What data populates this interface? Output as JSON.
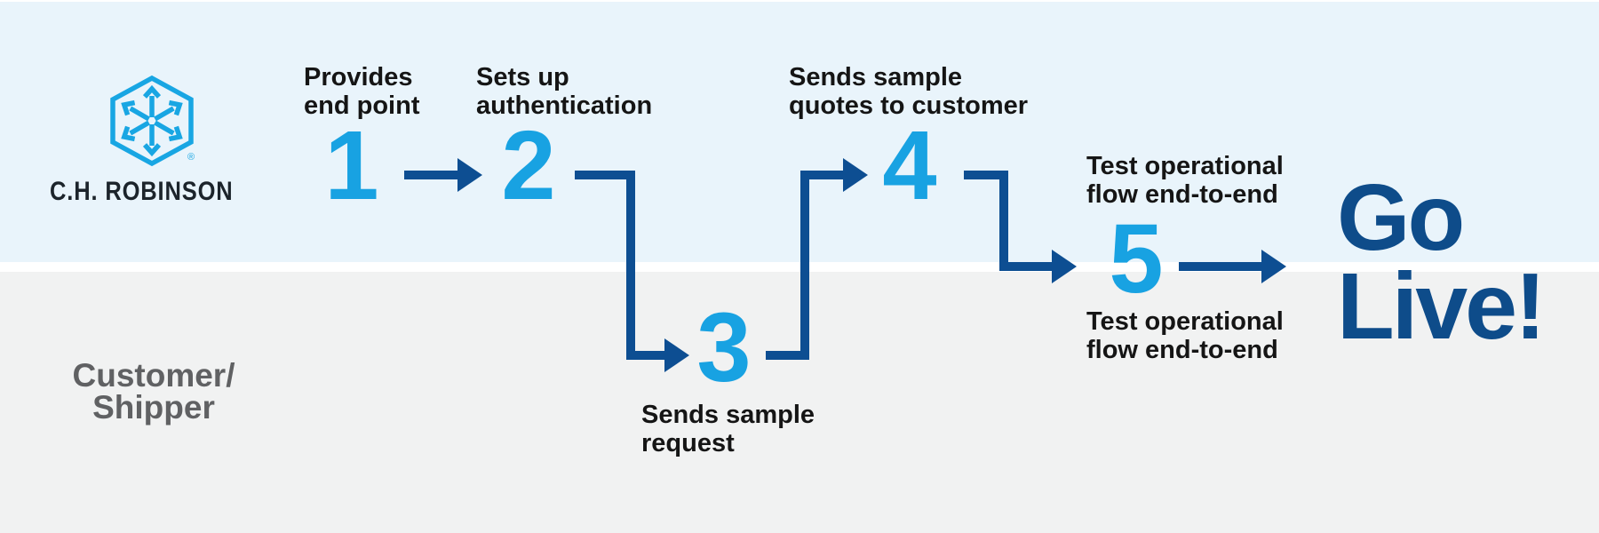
{
  "brand": {
    "wordmark": "C.H. ROBINSON",
    "registered_mark": "®"
  },
  "lanes": {
    "bottom_label_line1": "Customer/",
    "bottom_label_line2": "Shipper"
  },
  "steps": [
    {
      "number": "1",
      "label": [
        "Provides",
        "end point"
      ]
    },
    {
      "number": "2",
      "label": [
        "Sets up",
        "authentication"
      ]
    },
    {
      "number": "3",
      "label": [
        "Sends sample",
        "request"
      ]
    },
    {
      "number": "4",
      "label": [
        "Sends sample",
        "quotes to customer"
      ]
    },
    {
      "number": "5",
      "label_above": [
        "Test operational",
        "flow end-to-end"
      ],
      "label_below": [
        "Test operational",
        "flow end-to-end"
      ]
    }
  ],
  "go_live": {
    "line1": "Go",
    "line2": "Live!"
  },
  "colors": {
    "lane_top_bg": "#e9f4fb",
    "lane_bottom_bg": "#f1f2f2",
    "accent_light_blue": "#18a2e2",
    "accent_navy": "#0d4e92",
    "go_live_navy": "#0e4c8a",
    "label_text": "#151515",
    "customer_text": "#606163",
    "wordmark_text": "#1c242b"
  }
}
